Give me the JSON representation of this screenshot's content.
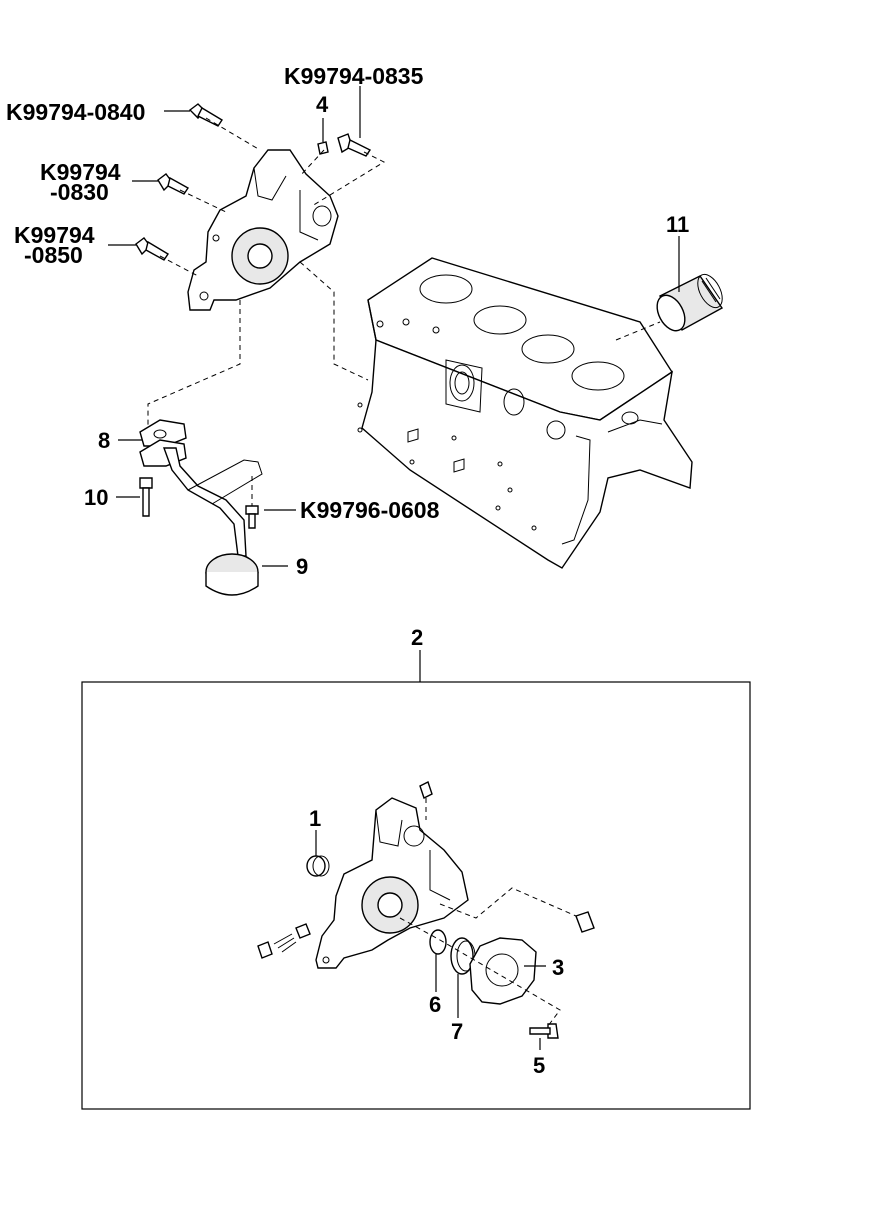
{
  "labels": {
    "part_no_0840": "K99794-0840",
    "part_no_0835": "K99794-0835",
    "part_no_0830_line1": "K99794",
    "part_no_0830_line2": "-0830",
    "part_no_0850_line1": "K99794",
    "part_no_0850_line2": "-0850",
    "part_no_0608": "K99796-0608",
    "ref_1": "1",
    "ref_2": "2",
    "ref_3": "3",
    "ref_4": "4",
    "ref_5": "5",
    "ref_6": "6",
    "ref_7": "7",
    "ref_8": "8",
    "ref_9": "9",
    "ref_10": "10",
    "ref_11": "11"
  },
  "colors": {
    "line": "#000000",
    "background": "#ffffff",
    "part_fill": "#ffffff",
    "shade": "#e8e8e8"
  }
}
